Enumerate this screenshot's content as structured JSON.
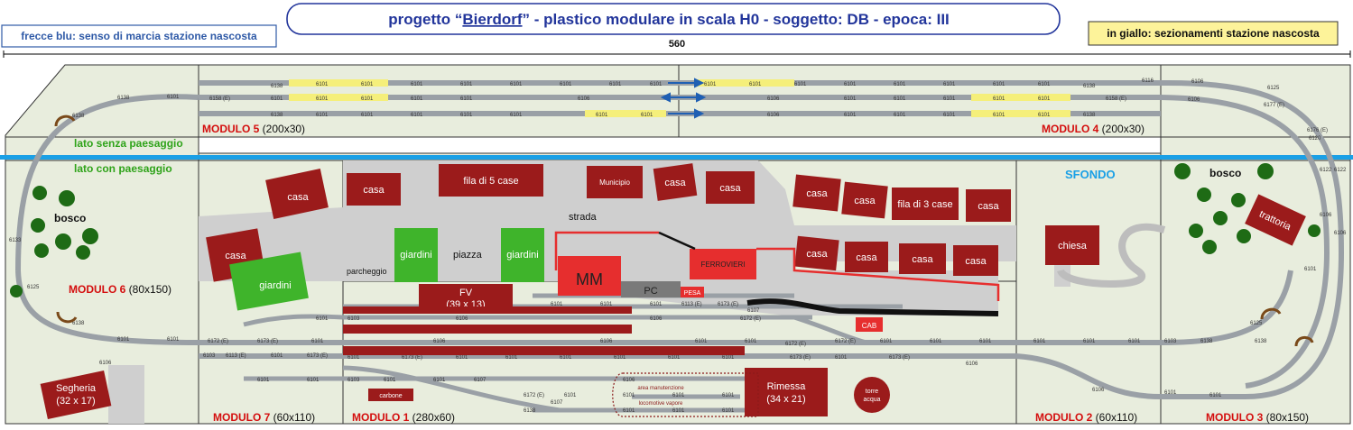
{
  "header": {
    "left_note": "frecce blu: senso di marcia stazione nascosta",
    "title_prefix": "progetto “",
    "title_name": "Bierdorf",
    "title_suffix": "”  -  plastico modulare in scala H0  -  soggetto: DB  -  epoca: III",
    "right_note": "in giallo: sezionamenti stazione nascosta",
    "width_label": "560"
  },
  "labels": {
    "lato_senza": "lato senza paesaggio",
    "lato_con": "lato con paesaggio",
    "sfondo": "SFONDO",
    "bosco_left": "bosco",
    "bosco_right": "bosco",
    "strada": "strada",
    "piazza": "piazza",
    "parcheggio": "parcheggio"
  },
  "modules": {
    "m5_name": "MODULO 5",
    "m5_size": " (200x30)",
    "m4_name": "MODULO 4",
    "m4_size": " (200x30)",
    "m6_name": "MODULO 6",
    "m6_size": " (80x150)",
    "m7_name": "MODULO 7",
    "m7_size": " (60x110)",
    "m1_name": "MODULO 1",
    "m1_size": " (280x60)",
    "m2_name": "MODULO 2",
    "m2_size": " (60x110)",
    "m3_name": "MODULO 3",
    "m3_size": " (80x150)"
  },
  "buildings": {
    "casa": "casa",
    "fila5": "fila di 5 case",
    "fila3": "fila di 3 case",
    "municipio": "Municipio",
    "giardini": "giardini",
    "mm": "MM",
    "pc": "PC",
    "pesa": "PESA",
    "ferrovieri": "FERROVIERI",
    "fv_line1": "FV",
    "fv_line2": "(39 x 13)",
    "chiesa": "chiesa",
    "trattoria": "trattoria",
    "cab": "CAB",
    "segheria_line1": "Segheria",
    "segheria_line2": "(32 x 17)",
    "rimessa_line1": "Rimessa",
    "rimessa_line2": "(34 x 21)",
    "torre_line1": "torre",
    "torre_line2": "acqua",
    "carbone": "carbone",
    "area_line1": "area manutenzione",
    "area_line2": "locomotive  vapore"
  },
  "tracks": {
    "t6101": "6101",
    "t6103": "6103",
    "t6106": "6106",
    "t6107": "6107",
    "t6116": "6116",
    "t6120": "6120",
    "t6122": "6122",
    "t6125": "6125",
    "t6126": "6126",
    "t6133": "6133",
    "t6138": "6138",
    "t6158e": "6158 (E)",
    "t6172e": "6172 (E)",
    "t6173e": "6173 (E)",
    "t6113e": "6113 (E)",
    "t6177e": "6177 (E)",
    "t6176e": "6176 (E)",
    "t6172": "6172 (E)"
  },
  "colors": {
    "building": "#9b1b1b",
    "garden": "#3fb42b",
    "red": "#e62e2e",
    "blue_line": "#1aa0e6",
    "yellow_section": "#f5ef7a",
    "board": "#e8eddd",
    "grey_area": "#cfcfcf",
    "module_text": "#d40e0e",
    "arrow_blue": "#1f5fb3",
    "title_blue": "#22359b",
    "green_text": "#2fa31a"
  }
}
